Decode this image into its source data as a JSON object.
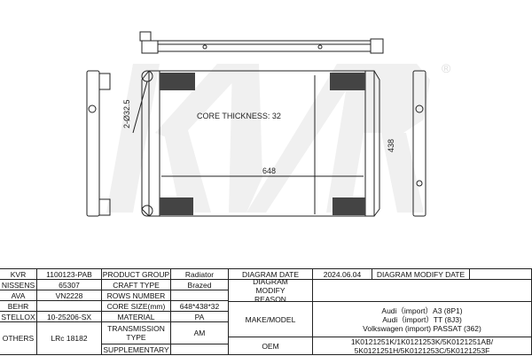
{
  "drawing": {
    "watermark": "KVR",
    "core_thickness": "CORE THICKNESS: 32",
    "height_dim": "438",
    "width_dim": "648",
    "pipe_dim": "2-Ø32.5"
  },
  "table": {
    "kvr_label": "KVR",
    "kvr": "1100123-PAB",
    "nissens_label": "NISSENS",
    "nissens": "65307",
    "ava_label": "AVA",
    "ava": "VN2228",
    "behr_label": "BEHR",
    "behr": "",
    "stellox_label": "STELLOX",
    "stellox": "10-25206-SX",
    "others_label": "OTHERS",
    "others": "LRc 18182",
    "product_group_label": "PRODUCT GROUP",
    "product_group": "Radiator",
    "craft_type_label": "CRAFT TYPE",
    "craft_type": "Brazed",
    "rows_number_label": "ROWS NUMBER",
    "rows_number": "",
    "core_size_label": "CORE SIZE(mm)",
    "core_size": "648*438*32",
    "material_label": "MATERIAL",
    "material": "PA",
    "transmission_label": "TRANSMISSION TYPE",
    "transmission": "AM",
    "supplementary_label": "SUPPLEMENTARY",
    "supplementary": "",
    "diagram_date_label": "DIAGRAM DATE",
    "diagram_date": "2024.06.04",
    "modify_date_label": "DIAGRAM MODIFY DATE",
    "modify_date": "",
    "modify_reason_label": "DIAGRAM MODIFY REASON",
    "modify_reason": "",
    "make_model_label": "MAKE/MODEL",
    "make_model": [
      "Audi（import）A3 (8P1)",
      "Audi（import）TT (8J3)",
      "Volkswagen (import) PASSAT (362)"
    ],
    "oem_label": "OEM",
    "oem": [
      "1K0121251K/1K0121253K/5K0121251AB/",
      "5K0121251H/5K0121253C/5K0121253F"
    ]
  }
}
